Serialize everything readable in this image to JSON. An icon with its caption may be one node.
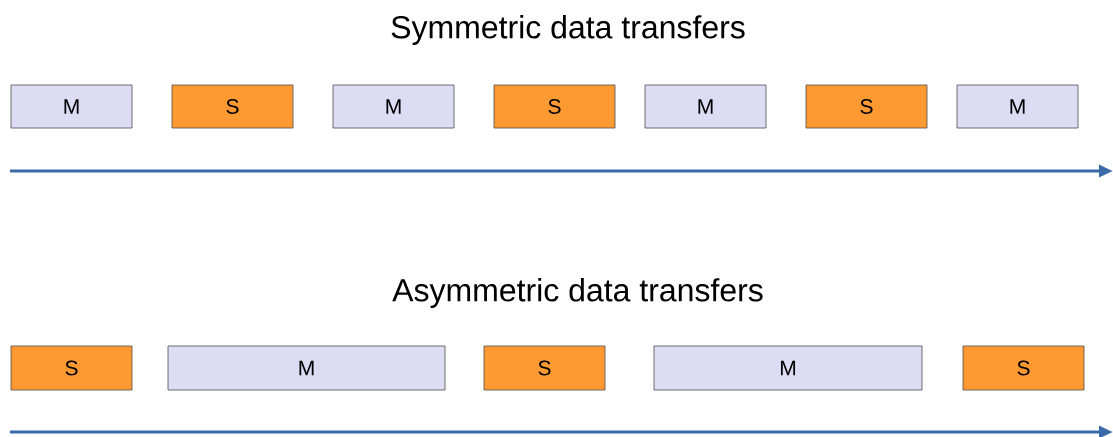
{
  "diagram": {
    "nodes": [
      {
        "text": [
          "M"
        ]
      },
      {
        "text": [
          "S"
        ]
      },
      {
        "text": [
          "M"
        ]
      },
      {
        "text": [
          "S"
        ]
      },
      {
        "text": [
          "M"
        ]
      },
      {
        "text": [
          "S"
        ]
      },
      {
        "text": [
          "M"
        ]
      },
      {
        "text": [
          "S"
        ]
      },
      {
        "text": [
          "M"
        ]
      },
      {
        "text": [
          "S"
        ]
      },
      {
        "text": [
          "M"
        ]
      },
      {
        "text": [
          "S"
        ]
      }
    ],
    "labels": [
      "Symmetric data transfers",
      "Asymmetric data transfers"
    ]
  }
}
